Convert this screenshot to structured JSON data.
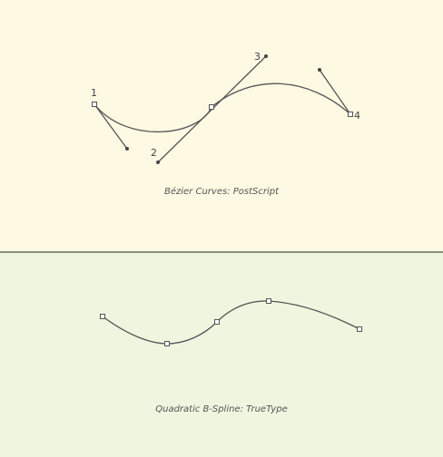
{
  "top_panel": {
    "caption": "Bézier Curves: PostScript",
    "point_labels": [
      "1",
      "2",
      "3",
      "4"
    ],
    "background": "#fdf9e2"
  },
  "bottom_panel": {
    "caption": "Quadratic B-Spline: TrueType",
    "background": "#eef6df"
  },
  "colors": {
    "stroke": "#555555",
    "divider": "#8a8f7e"
  }
}
